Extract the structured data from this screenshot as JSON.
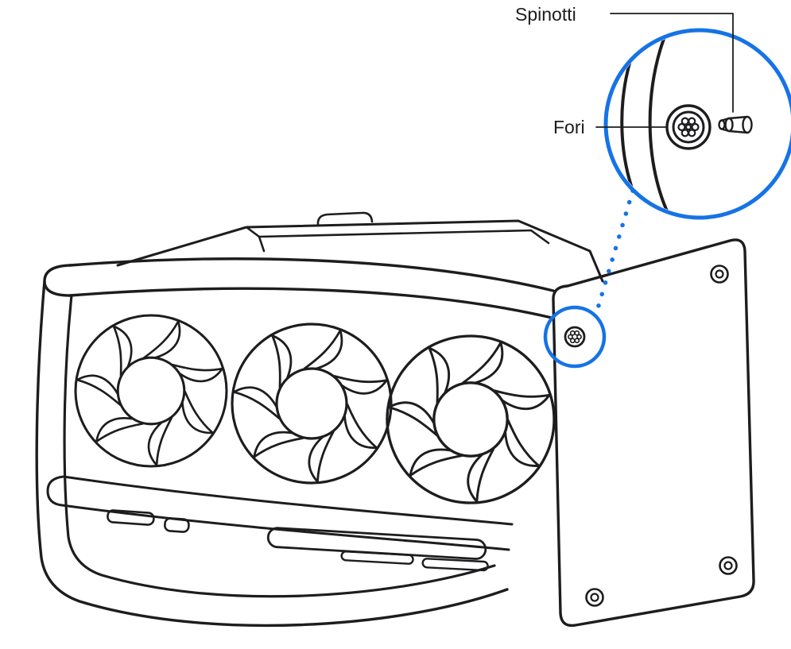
{
  "labels": {
    "spinotti": "Spinotti",
    "fori": "Fori"
  },
  "colors": {
    "accent": "#1673E6",
    "line": "#1D1D1F",
    "background": "#FFFFFF"
  },
  "icons": {
    "zoom_callout": "magnifier-circle",
    "screw_highlight": "highlight-circle",
    "connector": "dotted-leader",
    "hole": "screw-hole-icon",
    "pin": "mounting-pin-icon"
  }
}
